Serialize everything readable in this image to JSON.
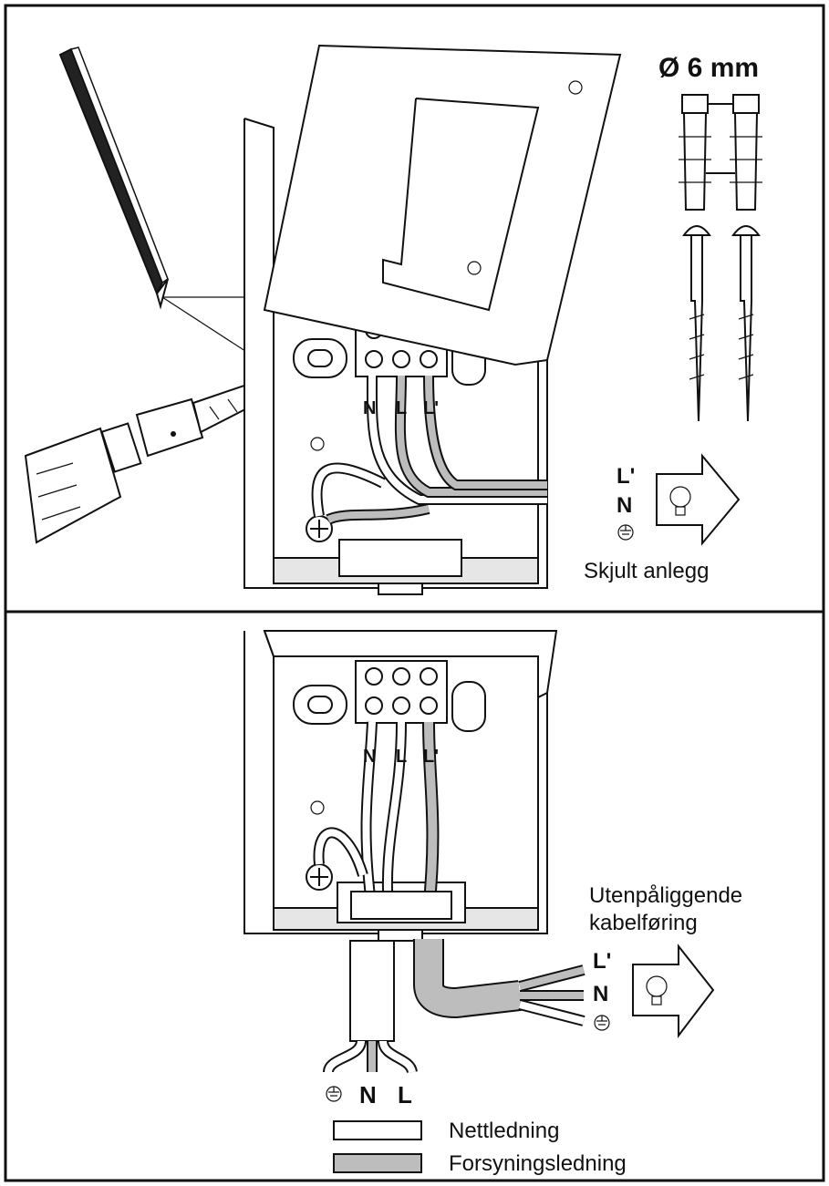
{
  "labels": {
    "diameter": "Ø 6 mm",
    "terminal_n": "N",
    "terminal_l": "L",
    "terminal_l_prime": "L'",
    "out_l_prime": "L'",
    "out_n": "N",
    "concealed": "Skjult anlegg",
    "surface_line1": "Utenpåliggende",
    "surface_line2": "kabelføring",
    "bottom_n": "N",
    "bottom_l": "L"
  },
  "legend": [
    {
      "label": "Nettledning",
      "color": "#ffffff"
    },
    {
      "label": "Forsyningsledning",
      "color": "#bdbdbd"
    }
  ]
}
